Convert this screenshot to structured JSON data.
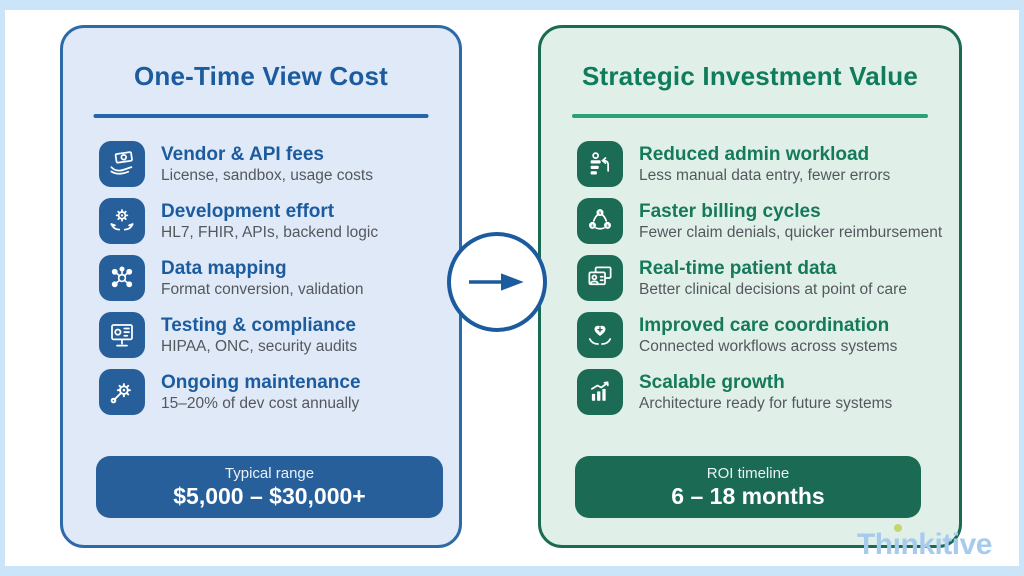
{
  "colors": {
    "frame": "#cbe4f8",
    "blue_accent": "#1c5c9e",
    "blue_tile": "#275f9b",
    "blue_panel_bg": "#dfe9f7",
    "blue_border": "#2e6aa8",
    "green_accent": "#0f7c5b",
    "green_tile": "#1c6b54",
    "green_panel_bg": "#e0f0e9",
    "green_border": "#1b6a53",
    "subtitle_gray": "#54585d",
    "logo_blue": "#a7cbec",
    "logo_dot_green": "#c4d66e"
  },
  "cost_panel": {
    "title": "One-Time View Cost",
    "items": [
      {
        "icon": "money-in-hand-icon",
        "title": "Vendor & API fees",
        "subtitle": "License, sandbox, usage costs"
      },
      {
        "icon": "hands-gear-icon",
        "title": "Development effort",
        "subtitle": "HL7, FHIR, APIs, backend logic"
      },
      {
        "icon": "network-nodes-icon",
        "title": "Data mapping",
        "subtitle": "Format conversion, validation"
      },
      {
        "icon": "monitor-checklist-icon",
        "title": "Testing & compliance",
        "subtitle": "HIPAA, ONC, security audits"
      },
      {
        "icon": "gear-wrench-icon",
        "title": "Ongoing maintenance",
        "subtitle": "15–20% of dev cost annually"
      }
    ],
    "badge": {
      "label": "Typical range",
      "value": "$5,000 – $30,000+"
    }
  },
  "value_panel": {
    "title": "Strategic Investment Value",
    "items": [
      {
        "icon": "person-tasks-arrow-icon",
        "title": "Reduced admin workload",
        "subtitle": "Less manual data entry, fewer errors"
      },
      {
        "icon": "coins-cycle-icon",
        "title": "Faster billing cycles",
        "subtitle": "Fewer claim denials, quicker reimbursement"
      },
      {
        "icon": "patient-cards-icon",
        "title": "Real-time patient data",
        "subtitle": "Better clinical decisions at point of care"
      },
      {
        "icon": "hands-heart-icon",
        "title": "Improved care coordination",
        "subtitle": "Connected workflows across systems"
      },
      {
        "icon": "growth-chart-icon",
        "title": "Scalable growth",
        "subtitle": "Architecture ready for future systems"
      }
    ],
    "badge": {
      "label": "ROI timeline",
      "value": "6 – 18 months"
    }
  },
  "brand": {
    "name": "Thinkitive",
    "prefix": "Th",
    "i_dotless": "ı",
    "suffix": "nkitive"
  }
}
